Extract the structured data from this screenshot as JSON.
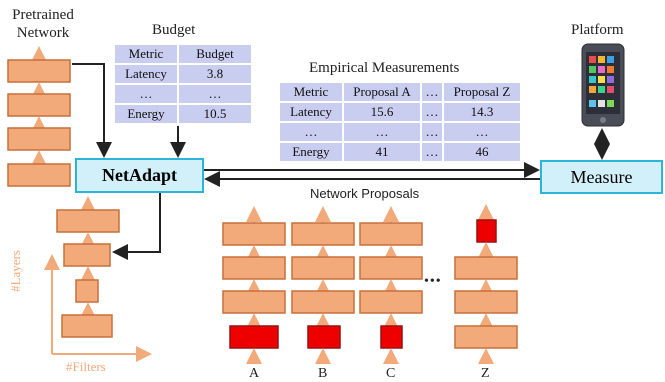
{
  "pretrained_title": [
    "Pretrained",
    "Network"
  ],
  "budget": {
    "title": "Budget",
    "rows": [
      [
        "Metric",
        "Budget"
      ],
      [
        "Latency",
        "3.8"
      ],
      [
        "…",
        "…"
      ],
      [
        "Energy",
        "10.5"
      ]
    ]
  },
  "empirical": {
    "title": "Empirical Measurements",
    "rows": [
      [
        "Metric",
        "Proposal A",
        "…",
        "Proposal Z"
      ],
      [
        "Latency",
        "15.6",
        "…",
        "14.3"
      ],
      [
        "…",
        "…",
        "…",
        "…"
      ],
      [
        "Energy",
        "41",
        "…",
        "46"
      ]
    ]
  },
  "platform_title": "Platform",
  "netadapt_label": "NetAdapt",
  "measure_label": "Measure",
  "network_proposals_title": "Network Proposals",
  "axes": {
    "y": "#Layers",
    "x": "#Filters"
  },
  "proposals": [
    "A",
    "B",
    "C",
    "Z"
  ],
  "ellipsis": "•••",
  "colors": {
    "layer": "#f2aa7a",
    "layer_border": "#c8703d",
    "changed": "#ee0000",
    "cyan": "#2bb5d6"
  }
}
